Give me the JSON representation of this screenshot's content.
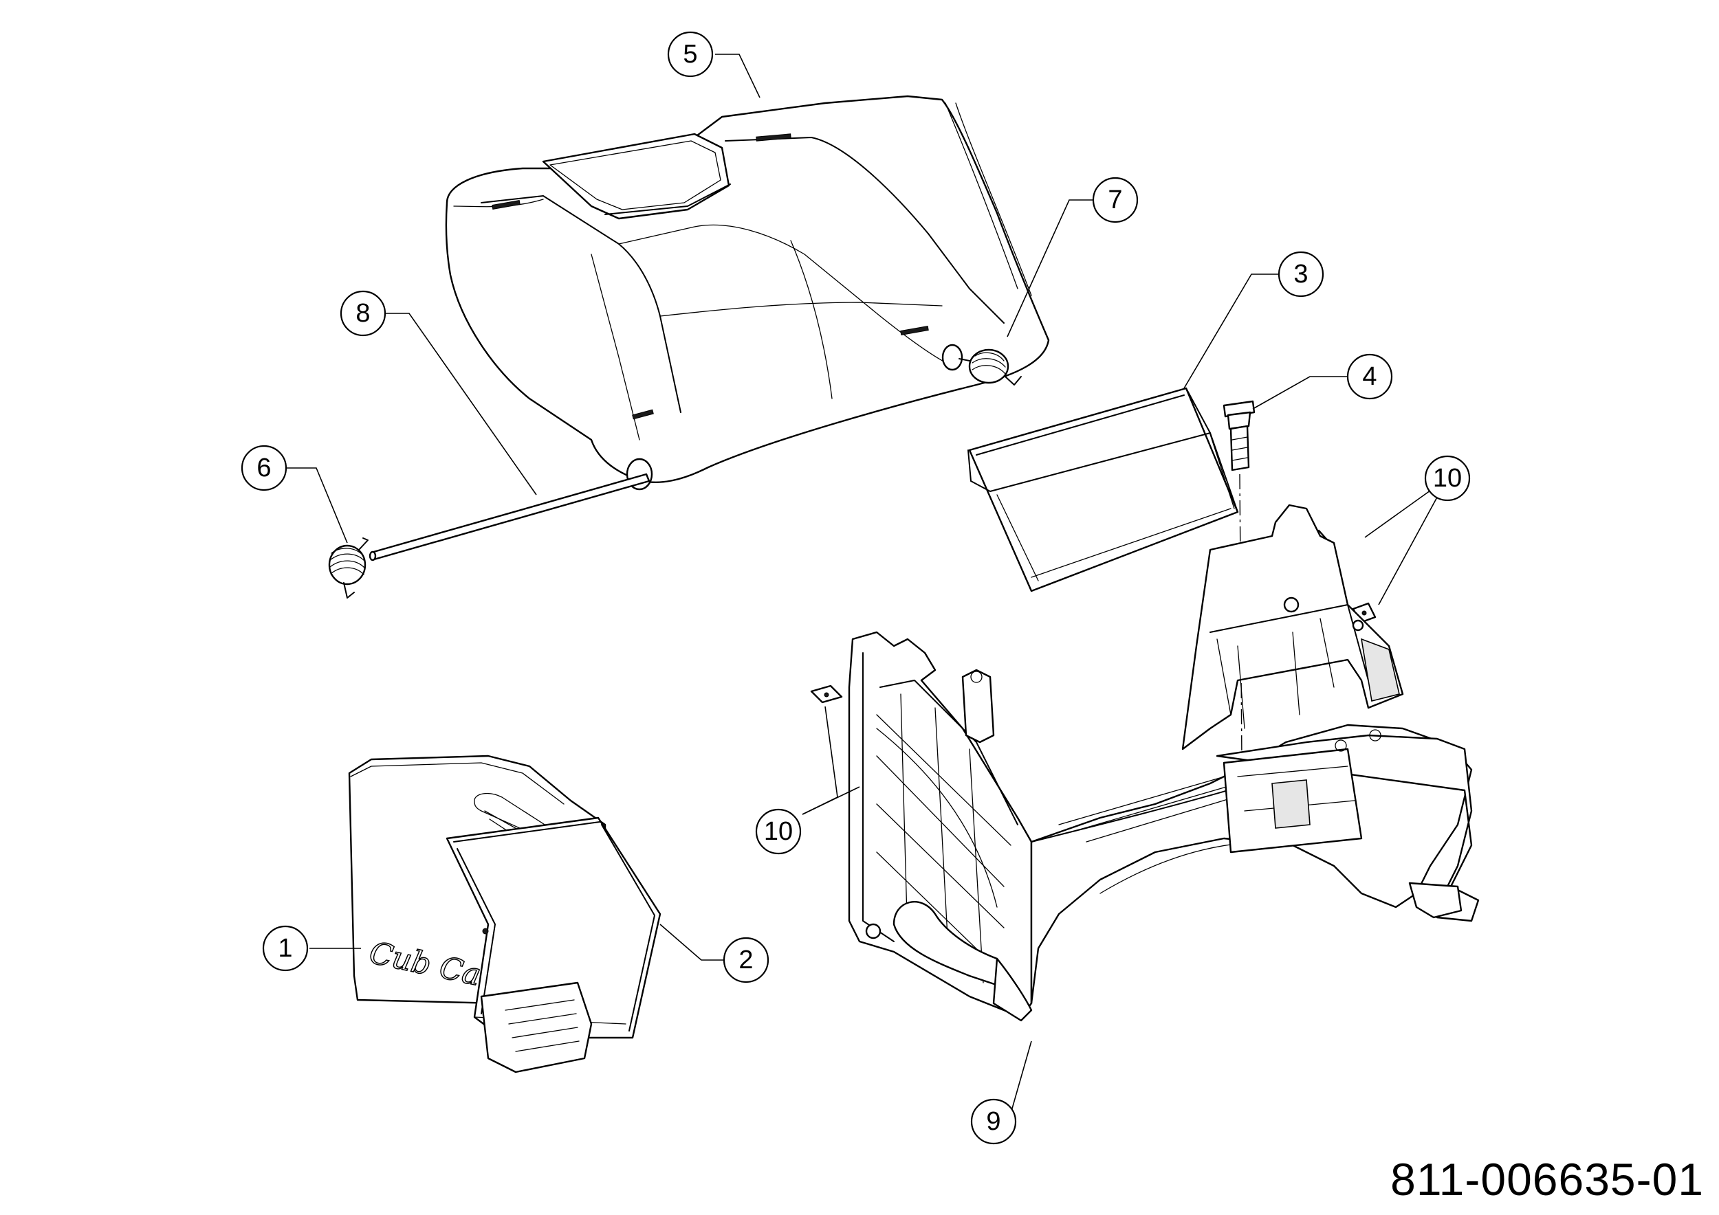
{
  "drawing_number": "811-006635-01",
  "brand_logo": "Cub Cadet",
  "callouts": [
    {
      "id": "1",
      "label": "1"
    },
    {
      "id": "2",
      "label": "2"
    },
    {
      "id": "3",
      "label": "3"
    },
    {
      "id": "4",
      "label": "4"
    },
    {
      "id": "5",
      "label": "5"
    },
    {
      "id": "6",
      "label": "6"
    },
    {
      "id": "7",
      "label": "7"
    },
    {
      "id": "8",
      "label": "8"
    },
    {
      "id": "9",
      "label": "9"
    },
    {
      "id": "10a",
      "label": "10"
    },
    {
      "id": "10b",
      "label": "10"
    }
  ]
}
